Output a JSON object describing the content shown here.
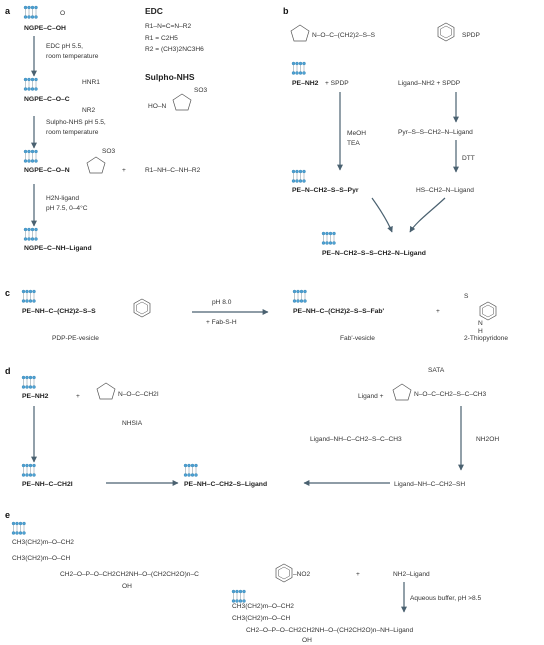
{
  "colors": {
    "lipid_head": "#4ea1d3",
    "arrow": "#4a6170",
    "text": "#333333"
  },
  "panel_labels": {
    "a": "a",
    "b": "b",
    "c": "c",
    "d": "d",
    "e": "e"
  },
  "panel_a": {
    "edc_title": "EDC",
    "edc_formula": "R1–N=C=N–R2",
    "r1": "R1 = C2H5",
    "r2": "R2 = (CH3)2NC3H6",
    "sulfo_title": "Sulpho-NHS",
    "sulfo_so3": "SO3",
    "sulfo_ho": "HO–N",
    "ngpe_acid": "NGPE–C–OH",
    "ngpe_o_acylisourea": "NGPE–C–O–C",
    "hnr1": "HNR1",
    "nr2": "NR2",
    "ngpe_ester": "NGPE–C–O–N",
    "ester_so3": "SO3",
    "urea": "R1–NH–C–NH–R2",
    "plus": "+",
    "ngpe_amide": "NGPE–C–NH–Ligand",
    "step1": "EDC pH 5.5,",
    "step1b": "room temperature",
    "step2": "Sulpho-NHS pH 5.5,",
    "step2b": "room temperature",
    "step3": "H2N-ligand",
    "step3b": "pH 7.5, 0–4°C",
    "o": "O"
  },
  "panel_b": {
    "spdp_struct": "N–O–C–(CH2)2–S–S",
    "spdp_label": "SPDP",
    "pe_nh2": "PE–NH2",
    "plus_spdp": "+  SPDP",
    "ligand_nh2": "Ligand–NH2  +  SPDP",
    "meoh": "MeOH",
    "tea": "TEA",
    "pyr_ligand": "Pyr–S–S–CH2–N–Ligand",
    "dtt": "DTT",
    "pe_pyr": "PE–N–CH2–S–S–Pyr",
    "hs_ligand": "HS–CH2–N–Ligand",
    "pe_product": "PE–N–CH2–S–S–CH2–N–Ligand"
  },
  "panel_c": {
    "reactant": "PE–NH–C–(CH2)2–S–S",
    "reactant_caption": "PDP-PE-vesicle",
    "cond_top": "pH 8.0",
    "cond_bottom": "+ Fab-S-H",
    "product": "PE–NH–C–(CH2)2–S–S–Fab'",
    "product_caption": "Fab'-vesicle",
    "plus": "+",
    "byproduct_caption": "2-Thiopyridone",
    "s_label": "S",
    "nh_label": "N",
    "h_label": "H"
  },
  "panel_d": {
    "pe_nh2": "PE–NH2",
    "plus": "+",
    "nhsia_struct": "N–O–C–CH2I",
    "nhsia_label": "NHSIA",
    "sata_label": "SATA",
    "ligand_plus": "Ligand  +",
    "sata_struct": "N–O–C–CH2–S–C–CH3",
    "ligand_thioester": "Ligand–NH–C–CH2–S–C–CH3",
    "nh2oh": "NH2OH",
    "pe_iodo": "PE–NH–C–CH2I",
    "pe_product": "PE–NH–C–CH2–S–Ligand",
    "ligand_thiol": "Ligand–NH–C–CH2–SH"
  },
  "panel_e": {
    "chain1": "CH3(CH2)m–O–CH2",
    "chain2": "CH3(CH2)m–O–CH",
    "backbone": "CH2–O–P–O–CH2CH2NH–O–(CH2CH2O)n–C",
    "oh": "OH",
    "no2": "–NO2",
    "plus": "+",
    "nh2_ligand": "NH2–Ligand",
    "condition": "Aqueous buffer, pH >8.5",
    "p_chain1": "CH3(CH2)m–O–CH2",
    "p_chain2": "CH3(CH2)m–O–CH",
    "p_backbone": "CH2–O–P–O–CH2CH2NH–O–(CH2CH2O)n–NH–Ligand",
    "p_oh": "OH"
  }
}
